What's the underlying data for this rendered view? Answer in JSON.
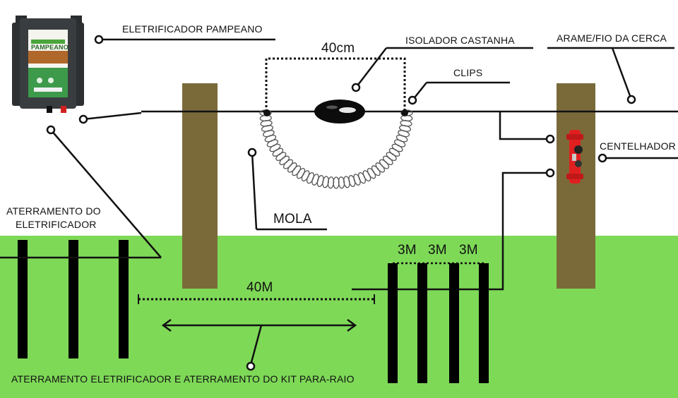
{
  "labels": {
    "electrifier": "ELETRIFICADOR PAMPEANO",
    "insulator": "ISOLADOR CASTANHA",
    "fence_wire": "ARAME/FIO DA CERCA",
    "clips": "CLIPS",
    "distance_40cm": "40cm",
    "spark_gap": "CENTELHADOR",
    "spring": "MOLA",
    "ground_line1": "ATERRAMENTO DO",
    "ground_line2": "ELETRIFICADOR",
    "spacing_1": "3M",
    "spacing_2": "3M",
    "spacing_3": "3M",
    "distance_40m": "40M",
    "bottom_caption": "ATERRAMENTO ELETRIFICADOR E ATERRAMENTO DO KIT PARA-RAIO"
  },
  "device": {
    "brand": "PAMPEANO"
  },
  "colors": {
    "grass": "#7ed957",
    "post": "#7a6a3a",
    "rod": "#000000",
    "wire": "#000000",
    "device_body": "#3a3d40",
    "spark_gap": "#e02020"
  }
}
